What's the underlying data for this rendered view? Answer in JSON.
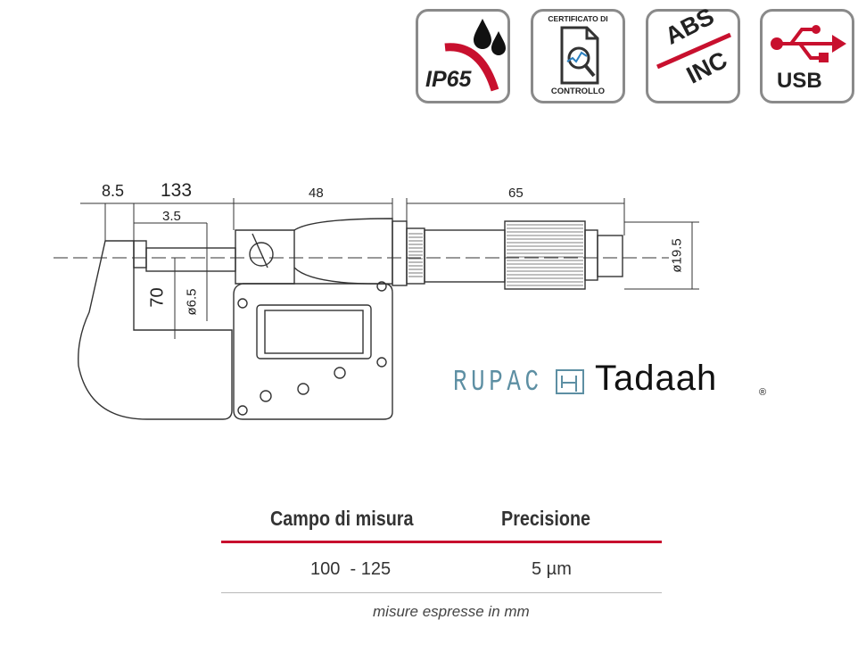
{
  "badges": {
    "ip": {
      "label": "IP65",
      "icon": "water-drops-icon"
    },
    "certificate": {
      "top": "CERTIFICATO DI",
      "bottom": "CONTROLLO",
      "icon": "certificate-document-icon"
    },
    "mode": {
      "line1": "ABS",
      "line2": "INC"
    },
    "usb": {
      "label": "USB",
      "icon": "usb-icon"
    }
  },
  "dimensions": {
    "d1": "8.5",
    "d2": "133",
    "d3": "3.5",
    "d4": "48",
    "d5": "65",
    "d6": "70",
    "d7": "ø6.5",
    "d8": "ø19.5"
  },
  "brands": {
    "rupac": "RUPAC",
    "tadaah": "Tadaah",
    "registered": "®"
  },
  "table": {
    "headers": [
      "Campo di misura",
      "Precisione"
    ],
    "row": [
      "100  - 125",
      "5 µm"
    ],
    "note": "misure espresse in mm"
  },
  "colors": {
    "accent_red": "#c8102e",
    "brand_blue": "#5d8fa3",
    "badge_border": "#8a8a8a"
  }
}
